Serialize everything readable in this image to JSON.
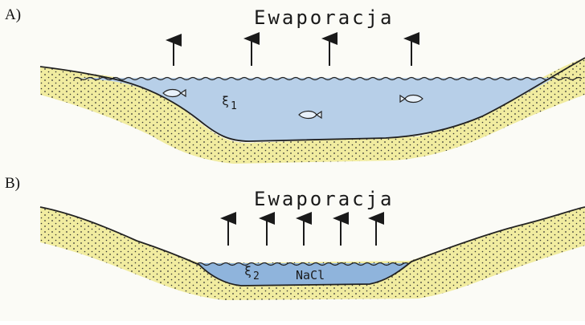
{
  "panel_a": {
    "label": "A)",
    "title": "Ewaporacja",
    "density_symbol": "ξ",
    "density_index": "1"
  },
  "panel_b": {
    "label": "B)",
    "title": "Ewaporacja",
    "density_symbol": "ξ",
    "density_index": "2",
    "salt_label": "NaCl"
  },
  "colors": {
    "sand": "#f1eca0",
    "water_a": "#b7cfe8",
    "water_b": "#8fb4dc",
    "outline": "#222222",
    "paper": "#fbfbf6"
  }
}
